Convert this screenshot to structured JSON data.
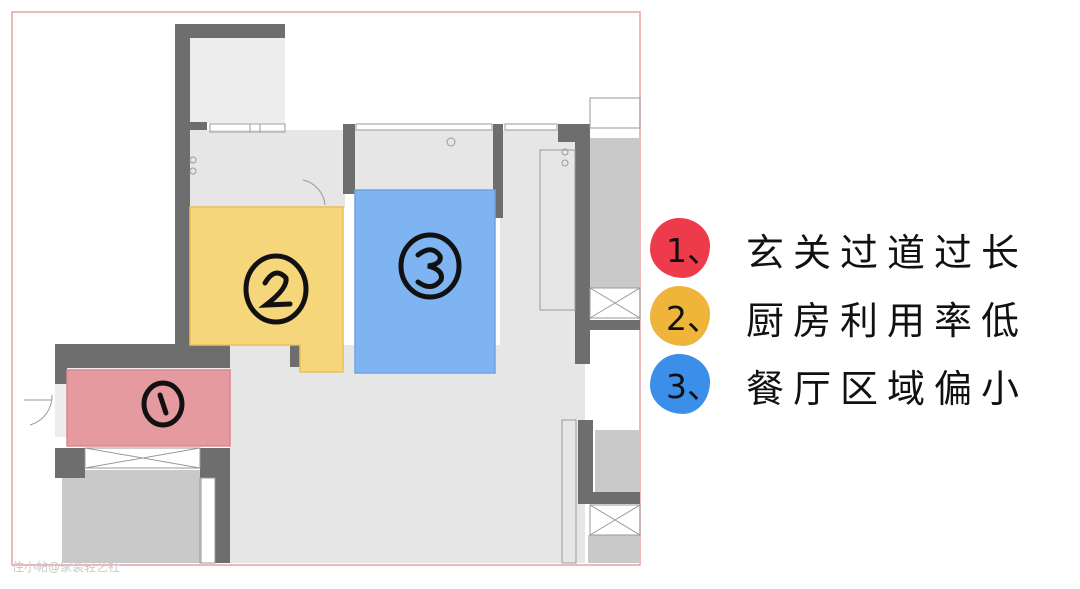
{
  "colors": {
    "wall": "#6e6e6e",
    "floor": "#e6e6e6",
    "room_dark": "#c9c9c9",
    "frame": "#e9a0a0",
    "entrance": "#e59aa0",
    "kitchen": "#f6d67b",
    "dining": "#7fb4f2",
    "blob_red": "#ee3b4b",
    "blob_yellow": "#efb43a",
    "blob_blue": "#3c8fe8"
  },
  "zones": [
    {
      "id": "entrance",
      "marker": "1",
      "color": "#e59aa0"
    },
    {
      "id": "kitchen",
      "marker": "2",
      "color": "#f6d67b"
    },
    {
      "id": "dining",
      "marker": "3",
      "color": "#7fb4f2"
    }
  ],
  "legend": [
    {
      "number": "1、",
      "text": "玄关过道过长",
      "blob_color": "#ee3b4b"
    },
    {
      "number": "2、",
      "text": "厨房利用率低",
      "blob_color": "#efb43a"
    },
    {
      "number": "3、",
      "text": "餐厅区域偏小",
      "blob_color": "#3c8fe8"
    }
  ],
  "watermark": "住小帖@家装轻艺社"
}
